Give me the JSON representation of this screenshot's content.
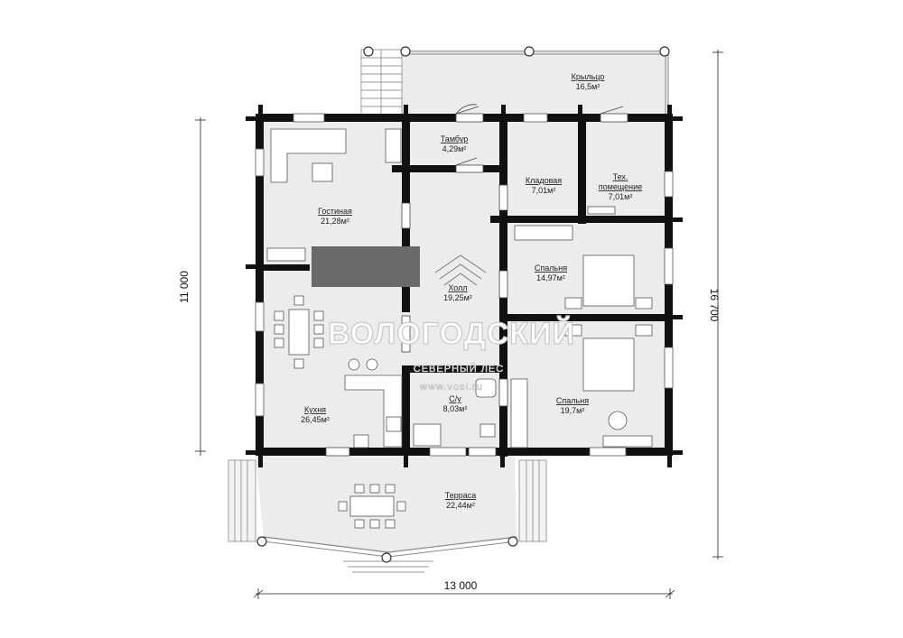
{
  "plan": {
    "dimensions": {
      "width": "13 000",
      "depth_total": "16 700",
      "depth_house": "11 000"
    },
    "rooms": {
      "porch": {
        "name": "Крыльцо",
        "area": "16,5м²"
      },
      "vestibule": {
        "name": "Тамбур",
        "area": "4,29м²"
      },
      "pantry": {
        "name": "Кладовая",
        "area": "7,01м²"
      },
      "utility_line1": "Тех.",
      "utility_line2": "помещение",
      "utility_area": "7,01м²",
      "living": {
        "name": "Гостиная",
        "area": "21,28м²"
      },
      "hall": {
        "name": "Холл",
        "area": "19,25м²"
      },
      "bedroom1": {
        "name": "Спальня",
        "area": "14,97м²"
      },
      "bedroom2": {
        "name": "Спальня",
        "area": "19,7м²"
      },
      "kitchen": {
        "name": "Кухня",
        "area": "26,45м²"
      },
      "bathroom": {
        "name": "С/у",
        "area": "8,03м²"
      },
      "terrace": {
        "name": "Терраса",
        "area": "22,44м²"
      }
    },
    "watermark": {
      "brand": "ВОЛОГОДСКИЙ",
      "tagline": "СЕВЕРНЫЙ ЛЕС",
      "url": "www.vosl.ru"
    }
  }
}
